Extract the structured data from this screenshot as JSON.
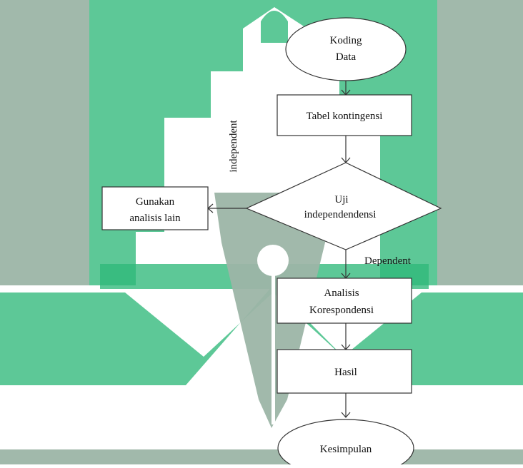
{
  "watermark": {
    "description_icon": "uin-alauddin-pen-logo-icon",
    "green": "#2fb87a",
    "gray": "#9cb5a7"
  },
  "flowchart": {
    "nodes": {
      "start": {
        "line1": "Koding",
        "line2": "Data"
      },
      "table": {
        "label": "Tabel kontingensi"
      },
      "decision": {
        "line1": "Uji",
        "line2": "independendensi"
      },
      "other": {
        "line1": "Gunakan",
        "line2": "analisis lain"
      },
      "analysis": {
        "line1": "Analisis",
        "line2": "Korespondensi"
      },
      "result": {
        "label": "Hasil"
      },
      "end": {
        "label": "Kesimpulan"
      }
    },
    "edge_labels": {
      "independent": "independent",
      "dependent": "Dependent"
    }
  }
}
